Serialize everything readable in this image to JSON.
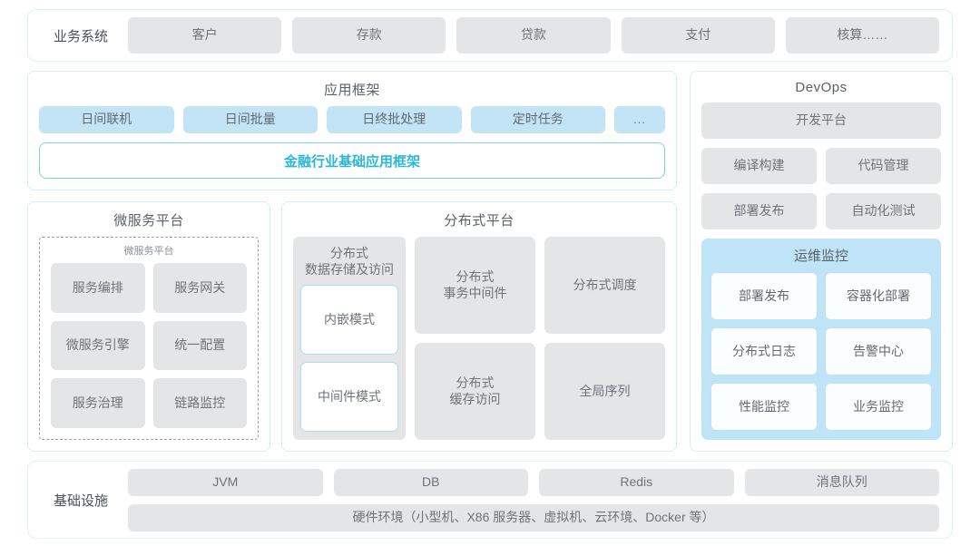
{
  "business_systems": {
    "label": "业务系统",
    "items": [
      "客户",
      "存款",
      "贷款",
      "支付",
      "核算……"
    ]
  },
  "app_framework": {
    "title": "应用框架",
    "chips": [
      "日间联机",
      "日间批量",
      "日终批处理",
      "定时任务"
    ],
    "more_chip": "...",
    "banner": "金融行业基础应用框架"
  },
  "microservice_platform": {
    "title": "微服务平台",
    "inner_title": "微服务平台",
    "items": [
      "服务编排",
      "服务网关",
      "微服务引擎",
      "统一配置",
      "服务治理",
      "链路监控"
    ]
  },
  "distributed_platform": {
    "title": "分布式平台",
    "storage": {
      "head": "分布式\n数据存储及访问",
      "modes": [
        "内嵌模式",
        "中间件模式"
      ]
    },
    "items": [
      "分布式\n事务中间件",
      "分布式调度",
      "分布式\n缓存访问",
      "全局序列"
    ]
  },
  "devops": {
    "title": "DevOps",
    "platform": "开发平台",
    "items": [
      "编译构建",
      "代码管理",
      "部署发布",
      "自动化测试"
    ],
    "ops_monitoring": {
      "title": "运维监控",
      "items": [
        "部署发布",
        "容器化部署",
        "分布式日志",
        "告警中心",
        "性能监控",
        "业务监控"
      ]
    }
  },
  "infrastructure": {
    "label": "基础设施",
    "items": [
      "JVM",
      "DB",
      "Redis",
      "消息队列"
    ],
    "hardware": "硬件环境（小型机、X86 服务器、虚拟机、云环境、Docker 等）"
  },
  "colors": {
    "shell_border": "#dff0f2",
    "card_border": "#d6eef1",
    "chip_gray": "#e4e5e7",
    "chip_blue": "#c3e4f6",
    "accent_cyan": "#2bb6d6",
    "ops_bg": "#bfe4f7",
    "text": "#6e7379"
  }
}
